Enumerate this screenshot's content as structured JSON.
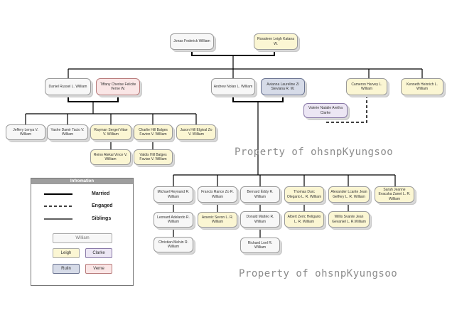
{
  "people": {
    "jonas": "Jonas Federick William",
    "rosaleen": "Rosaleen Leigh Katana W.",
    "daniel": "Daniel Russel L. William",
    "tiffany": "Tiffany Cherise Felicite Verne W.",
    "andrew": "Andrew Nolan L. William",
    "avianna": "Avianna Laureline Zi Steviana R. W.",
    "cameron": "Cameron Harvey L. William",
    "kenneth": "Kenneth Heinrich L. William",
    "valerie": "Valerie Natalie Aretha Clarke",
    "jeffery": "Jeffery Lenya V. William",
    "yashe": "Yashe Damir Tacio V. William",
    "rayman": "Rayman Sergei Vitae V. William",
    "charlie": "Charlie Hill Balges Favion V. William",
    "jason": "Jason Hill Elgival Zo V. William",
    "reino": "Reino Alekai Vince V. William",
    "valdis": "Valdis Hill Balges Favian V. William",
    "michael": "Michael Reynand R. William",
    "francis": "Francis Rance Zo R. William",
    "bernard": "Bernard Éddy R. William",
    "thomas": "Thomas Durc Olegario L. R. William",
    "alexander": "Alexander Lcante Jean Geffery L. R. William",
    "sarah": "Sarah Jeanne Evacska Zanet L. R. William",
    "leonard": "Leonard Adelardo R. William",
    "arsenic": "Arsenic Sevon L. R. William",
    "donald": "Donald Mattéo R. William",
    "albert": "Albert Zeric Heligario L. R. William",
    "willis": "Willis Svante Jean Gevaniel L. R.William",
    "christian": "Christian Melvin R. William",
    "richard": "Richard Loel R. William"
  },
  "watermark": "Property of ohsnpKyungsoo",
  "legend": {
    "title": "Infromation",
    "married": "Married",
    "engaged": "Engaged",
    "siblings": "Siblings",
    "swatches": {
      "william": "William",
      "leigh": "Leigh",
      "clarke": "Clarke",
      "rulin": "Rulin",
      "verne": "Verne"
    }
  },
  "colors": {
    "william": "#f7f7f7",
    "leigh": "#fbf6d3",
    "clarke": "#ece6f4",
    "rulin": "#d6dbe8",
    "verne": "#fae6e6",
    "line": "#000000"
  }
}
